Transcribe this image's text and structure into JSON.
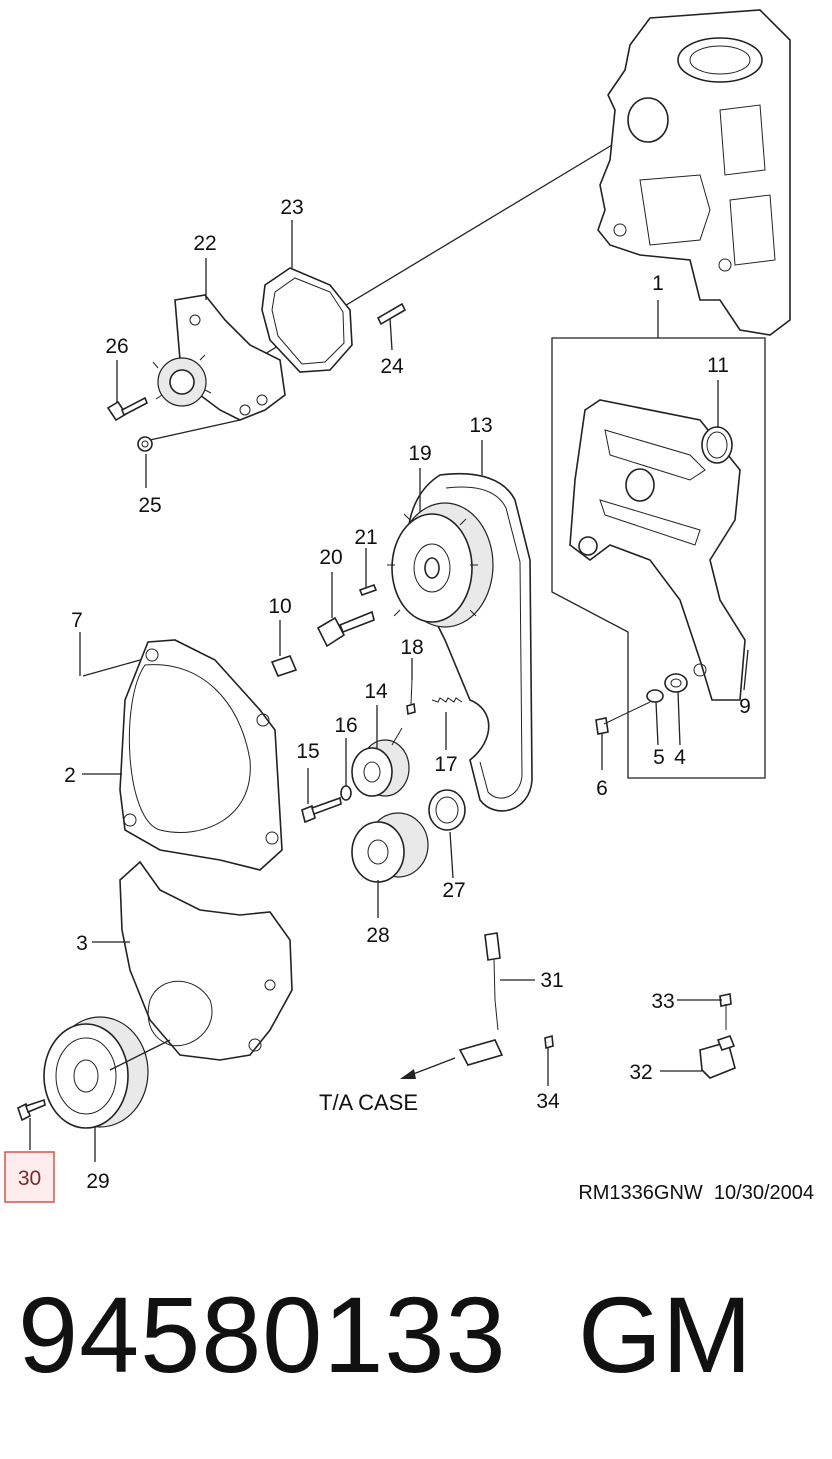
{
  "diagram": {
    "callouts": [
      "1",
      "2",
      "3",
      "4",
      "5",
      "6",
      "7",
      "9",
      "10",
      "11",
      "13",
      "14",
      "15",
      "16",
      "17",
      "18",
      "19",
      "20",
      "21",
      "22",
      "23",
      "24",
      "25",
      "26",
      "27",
      "28",
      "29",
      "30",
      "31",
      "32",
      "33",
      "34"
    ],
    "highlighted_callout": "30",
    "arrow_label": "T/A CASE",
    "reference": "RM1336GNW  10/30/2004",
    "highlight_color": "#d9534f"
  },
  "footer": {
    "part_number": "94580133",
    "brand": "GM"
  }
}
